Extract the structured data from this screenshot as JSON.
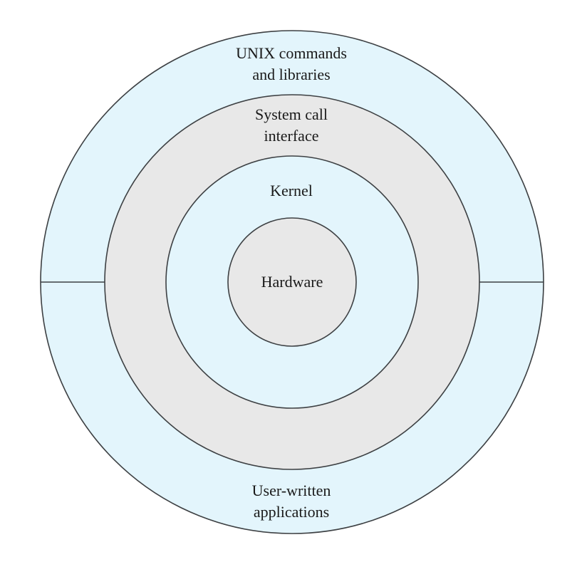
{
  "diagram": {
    "layers": [
      {
        "id": "user-written-applications",
        "line1": "User-written",
        "line2": "applications"
      },
      {
        "id": "unix-commands",
        "line1": "UNIX commands",
        "line2": "and libraries"
      },
      {
        "id": "system-call-interface",
        "line1": "System call",
        "line2": "interface"
      },
      {
        "id": "kernel",
        "line1": "Kernel"
      },
      {
        "id": "hardware",
        "line1": "Hardware"
      }
    ],
    "colors": {
      "outer_ring": "#e3f5fc",
      "syscall_ring": "#e8e8e8",
      "kernel_ring": "#e3f5fc",
      "hardware_core": "#e8e8e8",
      "stroke": "#3d4043"
    }
  }
}
